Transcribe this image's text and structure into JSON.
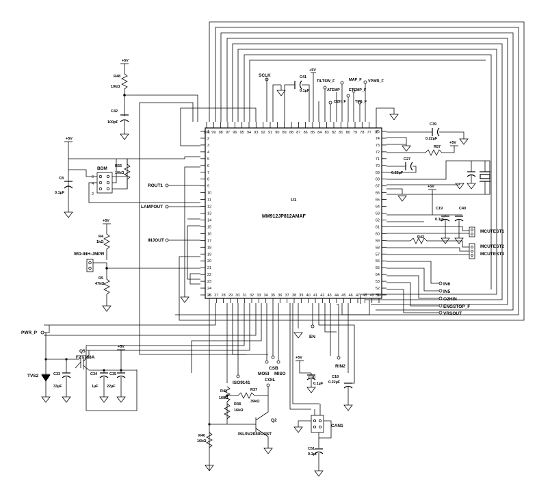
{
  "chip": {
    "ref": "U1",
    "part": "MM912JP812AMAF",
    "pins_left": [
      "1",
      "2",
      "3",
      "4",
      "5",
      "6",
      "7",
      "8",
      "9",
      "10",
      "11",
      "12",
      "13",
      "14",
      "15",
      "16",
      "17",
      "18",
      "19",
      "20",
      "21",
      "22",
      "23",
      "24",
      "25"
    ],
    "pins_bottom": [
      "26",
      "27",
      "28",
      "29",
      "30",
      "31",
      "32",
      "33",
      "34",
      "35",
      "36",
      "37",
      "38",
      "39",
      "40",
      "41",
      "42",
      "43",
      "44",
      "45",
      "46",
      "47",
      "48",
      "49",
      "50"
    ],
    "pins_right": [
      "51",
      "52",
      "53",
      "54",
      "55",
      "56",
      "57",
      "58",
      "59",
      "60",
      "61",
      "62",
      "63",
      "64",
      "65",
      "66",
      "67",
      "68",
      "69",
      "70",
      "71",
      "72",
      "73",
      "74",
      "75"
    ],
    "pins_top": [
      "76",
      "77",
      "78",
      "79",
      "80",
      "81",
      "82",
      "83",
      "84",
      "85",
      "86",
      "87",
      "88",
      "89",
      "90",
      "91",
      "92",
      "93",
      "94",
      "95",
      "96",
      "97",
      "98",
      "99",
      "100"
    ]
  },
  "labels": {
    "plus5v": "+5V",
    "r48": "R48",
    "r48_val": "10kΩ",
    "c42": "C42",
    "c42_val": "100pF",
    "sclk": "SCLK",
    "c41": "C41",
    "c41_val": "0.1µF",
    "tiltsw": "TILTSW_F",
    "atemp": "ATEMP",
    "o2h": "O2H_F",
    "map": "MAP_F",
    "etemp": "ETEMP_F",
    "tps": "TPS_F",
    "vpwr": "VPWR_F",
    "c39": "C39",
    "c39_val": "0.22µF",
    "r57": "R57",
    "c27": "C27",
    "c27_val": "0.22µF",
    "c19": "C19",
    "c19_val": "0.1µF",
    "c40": "C40",
    "r42": "R42",
    "mcutest1": "MCUTEST1",
    "mcutest2": "MCUTEST2",
    "mcutest3": "MCUTEST3",
    "in6": "IN6",
    "in5": "IN5",
    "o2hin": "O2HIN",
    "engstop": "ENGSTOP_F",
    "vrsout": "VRSOUT",
    "bdm": "BDM",
    "r55": "R55",
    "r55_val": "10kΩ",
    "c8": "C8",
    "c8_val": "0.1µF",
    "bdm_pin6": "6",
    "bdm_pin4": "4",
    "bdm_pin2": "2",
    "rout1": "ROUT1",
    "lampout": "LAMPOUT",
    "injout": "INJOUT",
    "r4": "R4",
    "r4_val": "1kΩ",
    "wdinh": "WD-INH-JMPR",
    "r5": "R5",
    "r5_val": "47kΩ",
    "pwr_p": "PWR_P",
    "q5": "Q5",
    "q5_part": "FZT788A",
    "tvs2": "TVS2",
    "c33": "C33",
    "c33_val": "33µF",
    "c34": "C34",
    "c34_val": "1µF",
    "c35": "C35",
    "c35_val": "22µF",
    "en": "EN",
    "iso9141": "ISO9141",
    "mosi": "MOSI",
    "csb": "CSB",
    "miso": "MISO",
    "rin2": "RIN2",
    "c20": "C20",
    "c20_val": "0.1µF",
    "c18": "C18",
    "c18_val": "0.22µF",
    "r41": "R41",
    "r41_val": "16kΩ",
    "r37": "R37",
    "r37_val": "39kΩ",
    "coil": "COIL",
    "r38": "R38",
    "r38_val": "16kΩ",
    "q2": "Q2",
    "q2_part": "ISL9V2040D3ST",
    "r40": "R40",
    "r40_val": "16kΩ",
    "can1": "CAN1",
    "c51": "C51",
    "c51_val": "0.1µF"
  }
}
